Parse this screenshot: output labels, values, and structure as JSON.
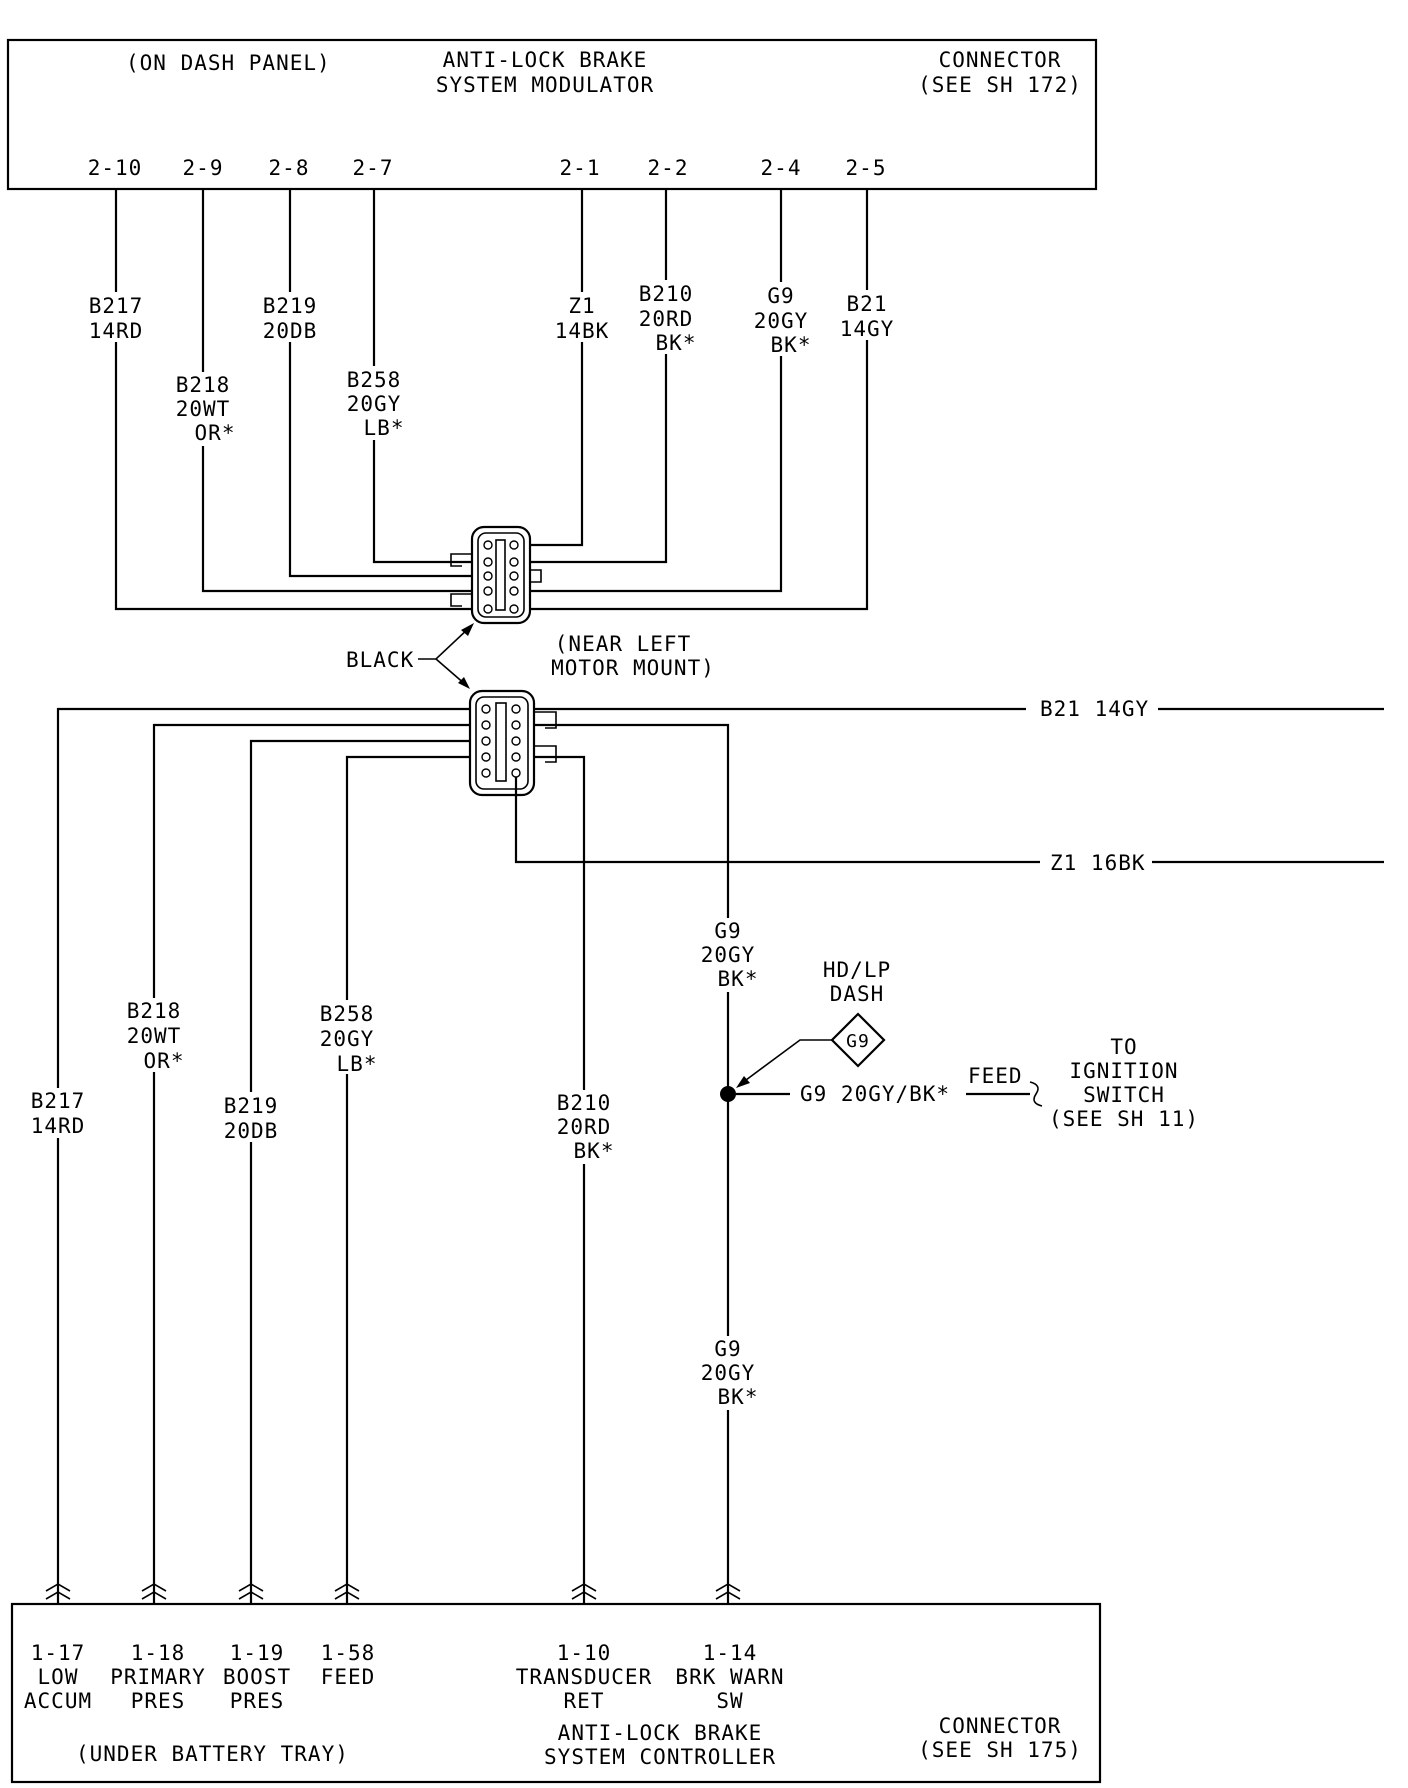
{
  "modulator": {
    "location": "(ON DASH PANEL)",
    "title_line1": "ANTI-LOCK BRAKE",
    "title_line2": "SYSTEM MODULATOR",
    "connector_line1": "CONNECTOR",
    "connector_line2": "(SEE SH 172)",
    "pins": [
      "2-10",
      "2-9",
      "2-8",
      "2-7",
      "2-1",
      "2-2",
      "2-4",
      "2-5"
    ]
  },
  "upper_wires": [
    {
      "lines": [
        "B217",
        "14RD"
      ]
    },
    {
      "lines": [
        "B218",
        "20WT",
        "OR*"
      ]
    },
    {
      "lines": [
        "B219",
        "20DB"
      ]
    },
    {
      "lines": [
        "B258",
        "20GY",
        "LB*"
      ]
    },
    {
      "lines": [
        "Z1",
        "14BK"
      ]
    },
    {
      "lines": [
        "B210",
        "20RD",
        "BK*"
      ]
    },
    {
      "lines": [
        "G9",
        "20GY",
        "BK*"
      ]
    },
    {
      "lines": [
        "B21",
        "14GY"
      ]
    }
  ],
  "connector": {
    "color_label": "BLACK",
    "location_line1": "(NEAR LEFT",
    "location_line2": "MOTOR MOUNT)"
  },
  "side_wires": {
    "b21": "B21 14GY",
    "z1": "Z1 16BK"
  },
  "lower_wires": [
    {
      "lines": [
        "B217",
        "14RD"
      ]
    },
    {
      "lines": [
        "B218",
        "20WT",
        "OR*"
      ]
    },
    {
      "lines": [
        "B219",
        "20DB"
      ]
    },
    {
      "lines": [
        "B258",
        "20GY",
        "LB*"
      ]
    },
    {
      "lines": [
        "B210",
        "20RD",
        "BK*"
      ]
    },
    {
      "lines": [
        "G9",
        "20GY",
        "BK*"
      ]
    },
    {
      "lines": [
        "G9",
        "20GY",
        "BK*"
      ]
    }
  ],
  "splice": {
    "label_line1": "HD/LP",
    "label_line2": "DASH",
    "id": "G9",
    "wire_label": "G9 20GY/BK*",
    "feed": "FEED",
    "to_line1": "TO",
    "to_line2": "IGNITION",
    "to_line3": "SWITCH",
    "to_line4": "(SEE SH 11)"
  },
  "controller": {
    "pins": [
      {
        "pin": "1-17",
        "l1": "LOW",
        "l2": "ACCUM"
      },
      {
        "pin": "1-18",
        "l1": "PRIMARY",
        "l2": "PRES"
      },
      {
        "pin": "1-19",
        "l1": "BOOST",
        "l2": "PRES"
      },
      {
        "pin": "1-58",
        "l1": "FEED",
        "l2": ""
      },
      {
        "pin": "1-10",
        "l1": "TRANSDUCER",
        "l2": "RET"
      },
      {
        "pin": "1-14",
        "l1": "BRK WARN",
        "l2": "SW"
      }
    ],
    "location": "(UNDER BATTERY TRAY)",
    "title_line1": "ANTI-LOCK BRAKE",
    "title_line2": "SYSTEM CONTROLLER",
    "connector_line1": "CONNECTOR",
    "connector_line2": "(SEE SH 175)"
  }
}
